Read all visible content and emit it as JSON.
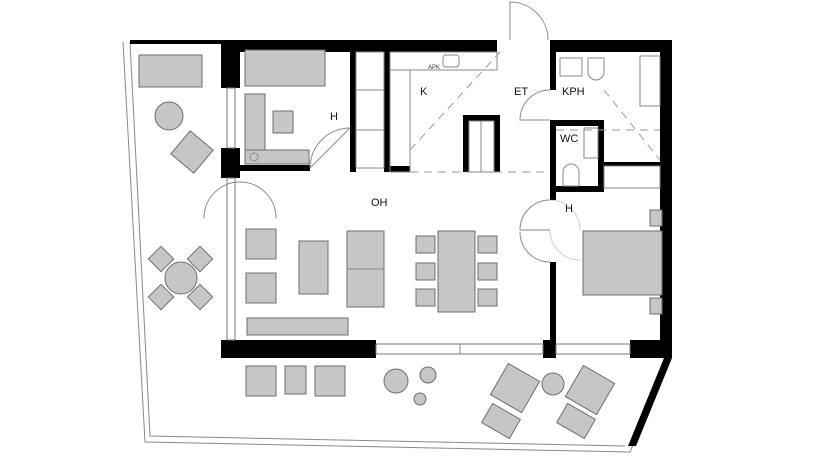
{
  "rooms": {
    "bedroom_1": "H",
    "kitchen": "K",
    "entrance": "ET",
    "bathroom": "KPH",
    "toilet": "WC",
    "living_room": "OH",
    "bedroom_2": "H"
  },
  "fixtures": {
    "dishwasher": "APK"
  },
  "colors": {
    "wall": "#000000",
    "furniture": "#c6c6c6",
    "outline": "#6e6e6e"
  }
}
